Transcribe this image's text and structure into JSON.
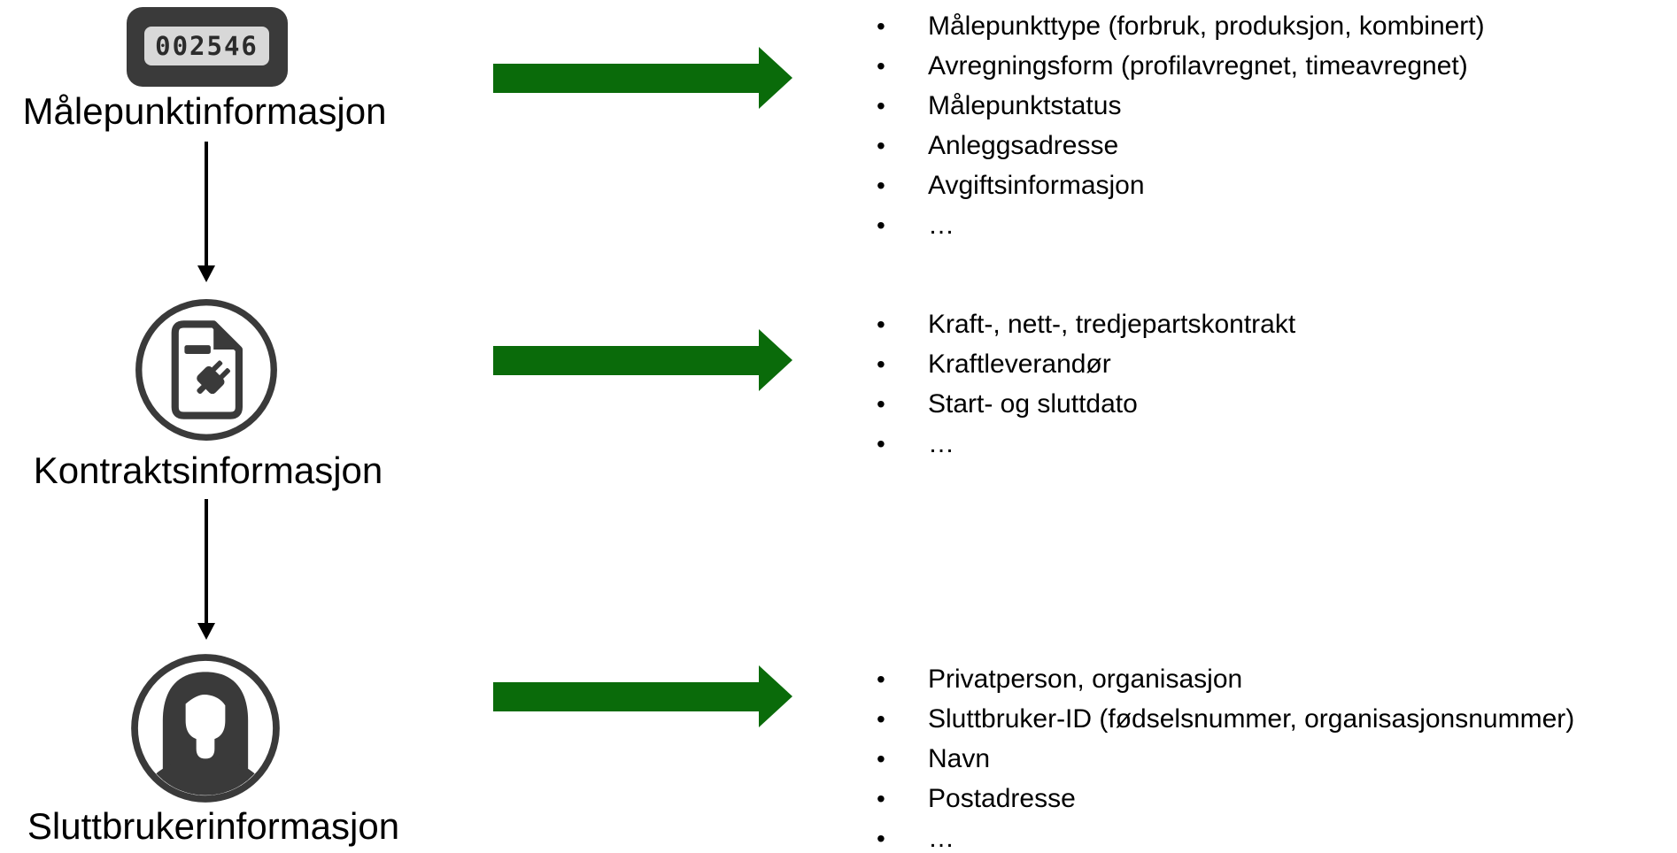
{
  "bullet": "•",
  "colors": {
    "arrow_green": "#0a6b0a",
    "icon_dark": "#3a3a3a",
    "text": "#000000",
    "meter_display_bg": "#d8d8d8",
    "connector_black": "#000000"
  },
  "sections": [
    {
      "id": "malepunkt",
      "icon": "meter-icon",
      "label": "Målepunktinformasjon",
      "meter_display": "002546",
      "items": [
        "Målepunkttype (forbruk, produksjon, kombinert)",
        "Avregningsform (profilavregnet, timeavregnet)",
        "Målepunktstatus",
        "Anleggsadresse",
        "Avgiftsinformasjon",
        "…"
      ]
    },
    {
      "id": "kontrakt",
      "icon": "contract-icon",
      "label": "Kontraktsinformasjon",
      "items": [
        "Kraft-, nett-, tredjepartskontrakt",
        "Kraftleverandør",
        "Start- og sluttdato",
        "…"
      ]
    },
    {
      "id": "sluttbruker",
      "icon": "end-user-icon",
      "label": "Sluttbrukerinformasjon",
      "items": [
        "Privatperson, organisasjon",
        "Sluttbruker-ID (fødselsnummer, organisasjonsnummer)",
        "Navn",
        "Postadresse",
        "…"
      ]
    }
  ]
}
